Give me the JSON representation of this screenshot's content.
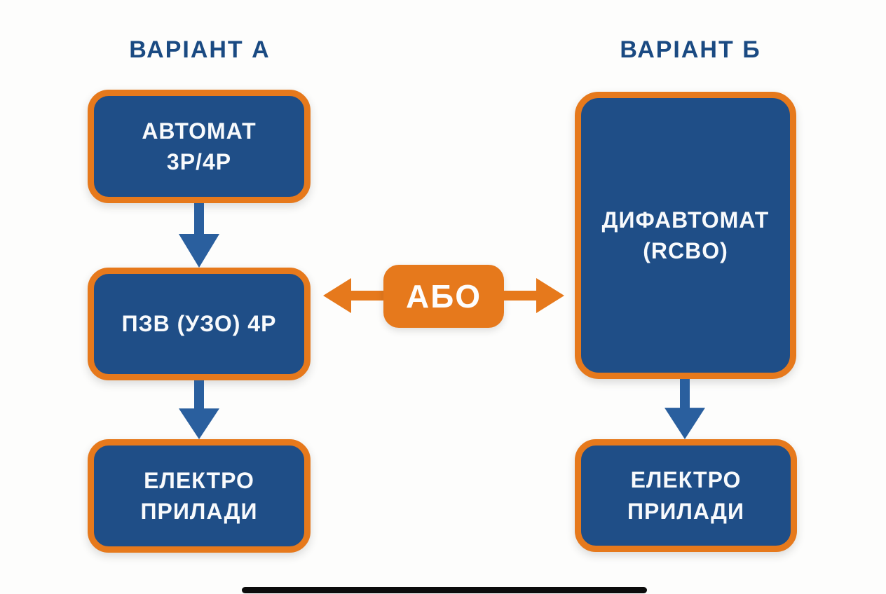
{
  "background": "#fdfdfc",
  "colors": {
    "box_fill": "#1f4e87",
    "box_border": "#e6791c",
    "title_text": "#1a4a82",
    "arrow_blue": "#2a5f9e",
    "or_box_fill": "#e6791c",
    "box_text": "#f8fafc",
    "home_bar": "#0c0c0c"
  },
  "variant_a": {
    "title": "ВАРІАНТ А",
    "box1": {
      "line1": "АВТОМАТ",
      "line2": "3P/4P"
    },
    "box2": {
      "line1": "ПЗВ (УЗО) 4P"
    },
    "box3": {
      "line1": "ЕЛЕКТРО",
      "line2": "ПРИЛАДИ"
    }
  },
  "variant_b": {
    "title": "ВАРІАНТ Б",
    "box1": {
      "line1": "ДИФАВТОМАТ",
      "line2": "(RCBO)"
    },
    "box2": {
      "line1": "ЕЛЕКТРО",
      "line2": "ПРИЛАДИ"
    }
  },
  "connector": {
    "or_label": "АБО"
  }
}
